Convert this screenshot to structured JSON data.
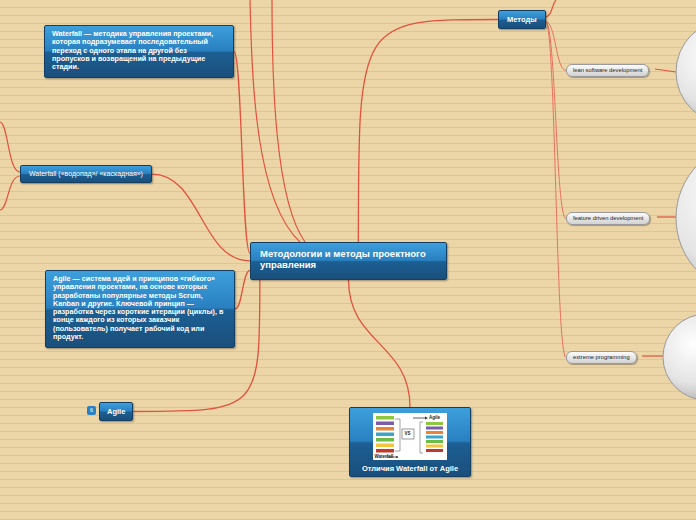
{
  "diagram": {
    "nodes": [
      {
        "text": [
          "Методологии и методы проектного управления"
        ]
      },
      {
        "text": [
          "Waterfall — методика управления проектами, которая подразумевает последовательный переход с одного этапа на другой без пропусков и возвращений на предыдущие стадии."
        ]
      },
      {
        "text": [
          "Waterfall («водопад»/ «каскадная»)"
        ]
      },
      {
        "text": [
          "Agile — система идей и принципов «гибкого» управления проектами, на основе которых разработаны популярные методы Scrum, Kanban и другие. Ключевой принцип — разработка через короткие итерации (циклы), в конце каждого из которых заказчик (пользователь) получает рабочий код или продукт."
        ]
      },
      {
        "text": [
          "Agile"
        ]
      },
      {
        "text": [
          "Отличия Waterfall от Agile"
        ]
      },
      {
        "text": [
          "Методы"
        ]
      },
      {
        "text": [
          "lean software development"
        ]
      },
      {
        "text": [
          "feature driven development"
        ]
      },
      {
        "text": [
          "extreme programming"
        ]
      }
    ],
    "edges": [
      {
        "from": 0,
        "to": 1,
        "arrow": "none"
      },
      {
        "from": 0,
        "to": 2,
        "arrow": "none"
      },
      {
        "from": 0,
        "to": 3,
        "arrow": "none"
      },
      {
        "from": 0,
        "to": 4,
        "arrow": "none"
      },
      {
        "from": 0,
        "to": 5,
        "arrow": "none"
      },
      {
        "from": 0,
        "to": 6,
        "arrow": "none"
      },
      {
        "from": 6,
        "to": 7,
        "arrow": "none"
      },
      {
        "from": 6,
        "to": 8,
        "arrow": "none"
      },
      {
        "from": 6,
        "to": 9,
        "arrow": "none"
      }
    ],
    "labels": [
      "6",
      "Agile",
      "VS",
      "Waterfall"
    ]
  }
}
